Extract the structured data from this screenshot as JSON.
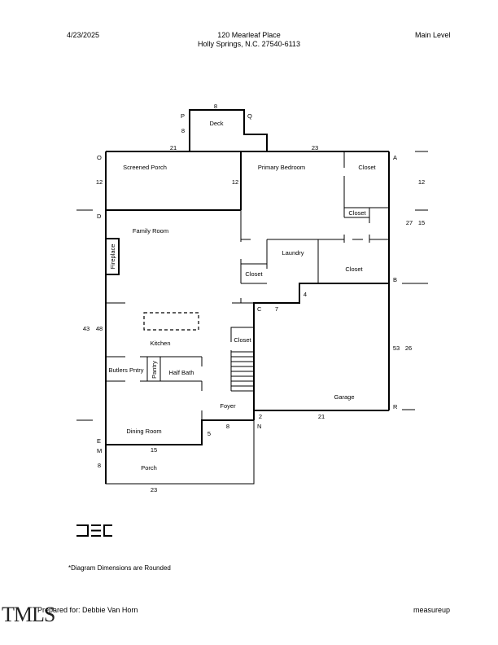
{
  "header": {
    "date": "4/23/2025",
    "address_line1": "120 Mearleaf Place",
    "address_line2": "Holly Springs, N.C. 27540-6113",
    "level": "Main Level"
  },
  "rooms": {
    "deck": "Deck",
    "screened_porch": "Screened Porch",
    "primary_bedroom": "Primary Bedroom",
    "closet_primary": "Closet",
    "closet_small": "Closet",
    "family_room": "Family Room",
    "fireplace": "Fireplace",
    "laundry": "Laundry",
    "closet_laundry": "Closet",
    "closet_hall": "Closet",
    "kitchen": "Kitchen",
    "closet_stairs": "Closet",
    "butlers_pantry": "Butlers Pntry",
    "pantry": "Pantry",
    "half_bath": "Half Bath",
    "foyer": "Foyer",
    "garage": "Garage",
    "dining_room": "Dining Room",
    "porch": "Porch"
  },
  "points": {
    "A": "A",
    "B": "B",
    "C": "C",
    "D": "D",
    "E": "E",
    "M": "M",
    "N": "N",
    "O": "O",
    "P": "P",
    "Q": "Q",
    "R": "R"
  },
  "dimensions": {
    "deck_top": "8",
    "deck_side": "8",
    "porch_top": "21",
    "bedroom_top": "23",
    "porch_left": "12",
    "porch_right": "12",
    "right_12": "12",
    "right_27": "27",
    "right_15": "15",
    "left_43": "43",
    "left_48": "48",
    "c_7": "7",
    "c_4": "4",
    "right_53": "53",
    "right_26": "26",
    "n_2": "2",
    "garage_bottom": "21",
    "foyer_8": "8",
    "foyer_5": "5",
    "dining_15": "15",
    "porch_8": "8",
    "porch_bottom": "23"
  },
  "footer": {
    "note": "*Diagram Dimensions are Rounded",
    "prepared_for": "Prepared for: Debbie Van Horn",
    "company": "measureup",
    "logo_text": "DEC",
    "watermark": "TMLS"
  }
}
